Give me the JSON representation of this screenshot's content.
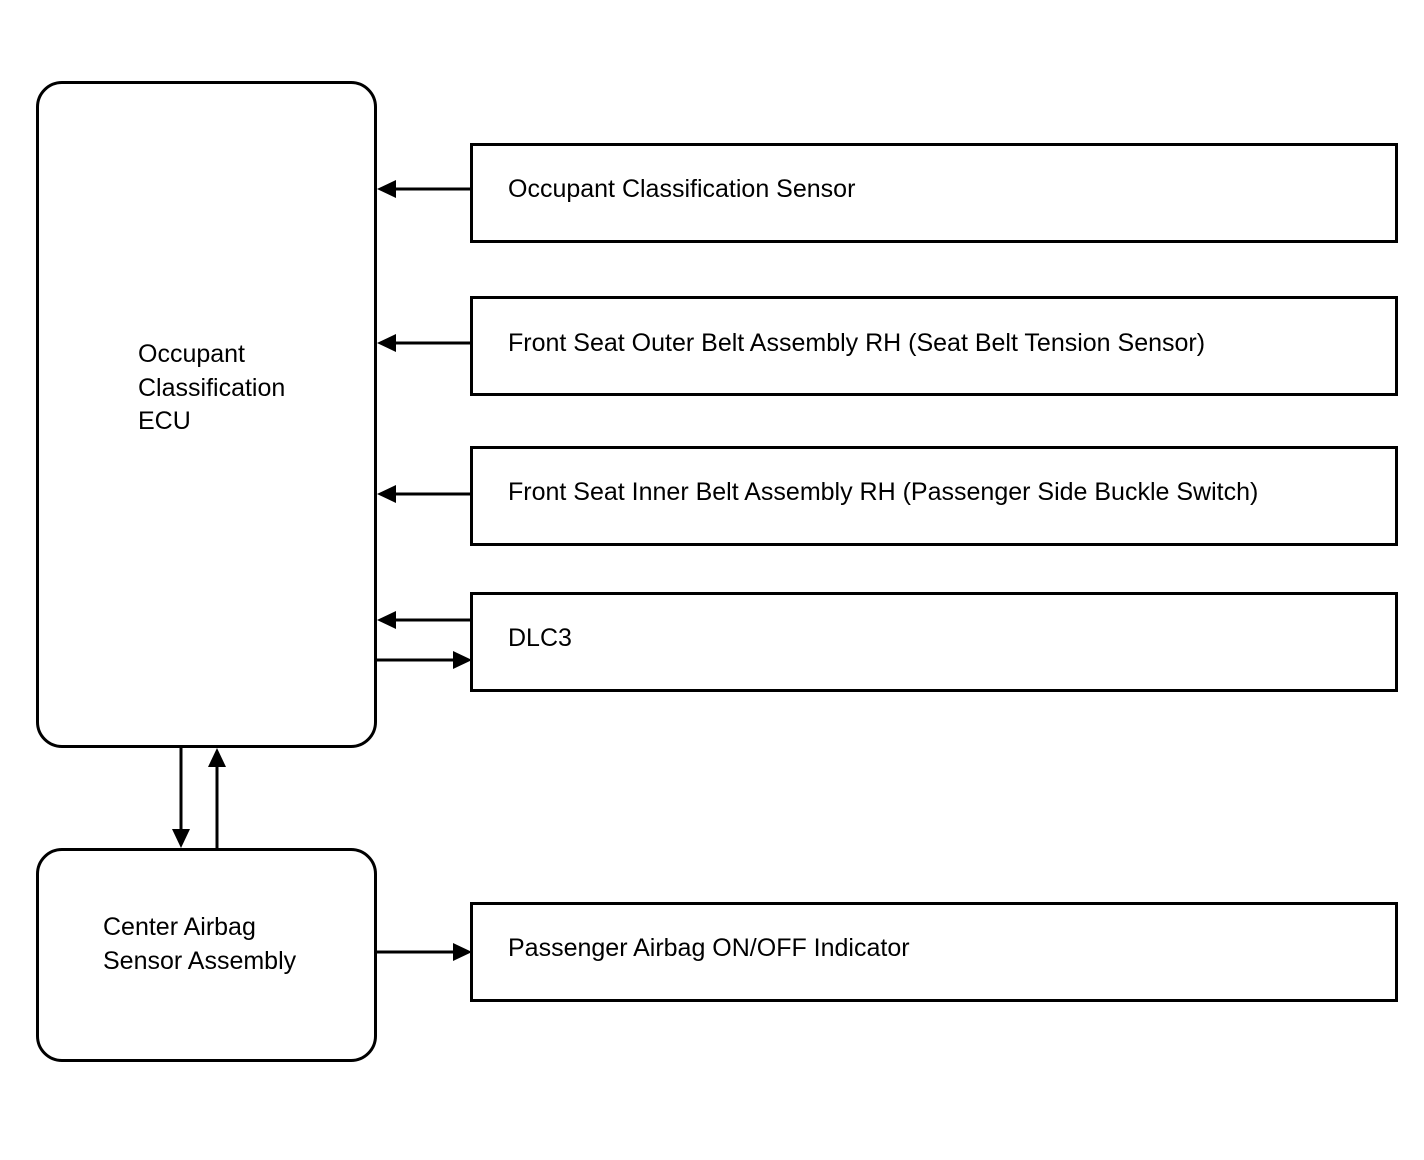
{
  "blocks": {
    "ecu": {
      "lines": [
        "Occupant",
        "Classification",
        "ECU"
      ]
    },
    "airbag_sensor": {
      "lines": [
        "Center Airbag",
        "Sensor Assembly"
      ]
    },
    "occupant_sensor": {
      "label": "Occupant Classification Sensor"
    },
    "outer_belt": {
      "label": "Front Seat Outer Belt Assembly RH (Seat Belt Tension Sensor)"
    },
    "inner_belt": {
      "label": "Front Seat Inner Belt Assembly RH (Passenger Side Buckle Switch)"
    },
    "dlc3": {
      "label": "DLC3"
    },
    "indicator": {
      "label": "Passenger Airbag ON/OFF Indicator"
    }
  }
}
